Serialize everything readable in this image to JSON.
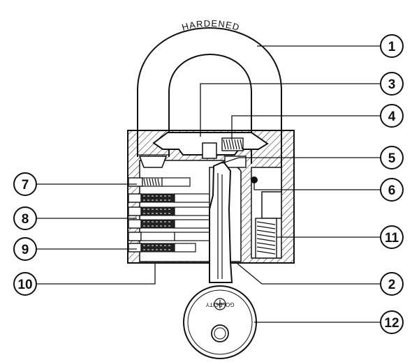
{
  "shackle": {
    "engraving": "HARDENED"
  },
  "key": {
    "brand": "GOLDCITY"
  },
  "callouts": [
    {
      "id": "callout-1",
      "label": "1"
    },
    {
      "id": "callout-3",
      "label": "3"
    },
    {
      "id": "callout-4",
      "label": "4"
    },
    {
      "id": "callout-5",
      "label": "5"
    },
    {
      "id": "callout-6",
      "label": "6"
    },
    {
      "id": "callout-11",
      "label": "11"
    },
    {
      "id": "callout-2",
      "label": "2"
    },
    {
      "id": "callout-12",
      "label": "12"
    },
    {
      "id": "callout-7",
      "label": "7"
    },
    {
      "id": "callout-8",
      "label": "8"
    },
    {
      "id": "callout-9",
      "label": "9"
    },
    {
      "id": "callout-10",
      "label": "10"
    }
  ]
}
